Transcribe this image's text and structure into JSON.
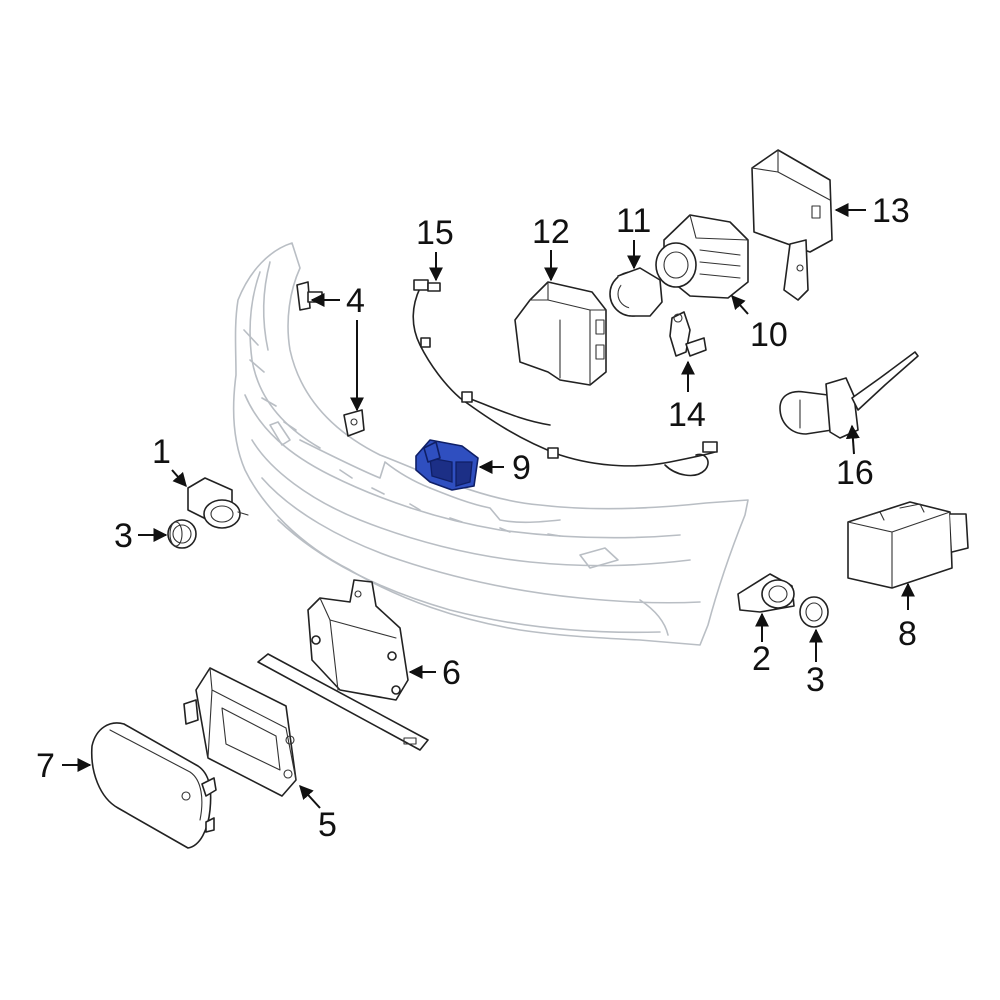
{
  "diagram": {
    "highlight_color": "#2f4fc0",
    "line_color": "#222222",
    "bumper_color": "#b9bec4",
    "callouts": [
      {
        "id": "c1",
        "label": "1"
      },
      {
        "id": "c2",
        "label": "2"
      },
      {
        "id": "c3a",
        "label": "3"
      },
      {
        "id": "c3b",
        "label": "3"
      },
      {
        "id": "c4",
        "label": "4"
      },
      {
        "id": "c5",
        "label": "5"
      },
      {
        "id": "c6",
        "label": "6"
      },
      {
        "id": "c7",
        "label": "7"
      },
      {
        "id": "c8",
        "label": "8"
      },
      {
        "id": "c9",
        "label": "9"
      },
      {
        "id": "c10",
        "label": "10"
      },
      {
        "id": "c11",
        "label": "11"
      },
      {
        "id": "c12",
        "label": "12"
      },
      {
        "id": "c13",
        "label": "13"
      },
      {
        "id": "c14",
        "label": "14"
      },
      {
        "id": "c15",
        "label": "15"
      },
      {
        "id": "c16",
        "label": "16"
      }
    ]
  }
}
